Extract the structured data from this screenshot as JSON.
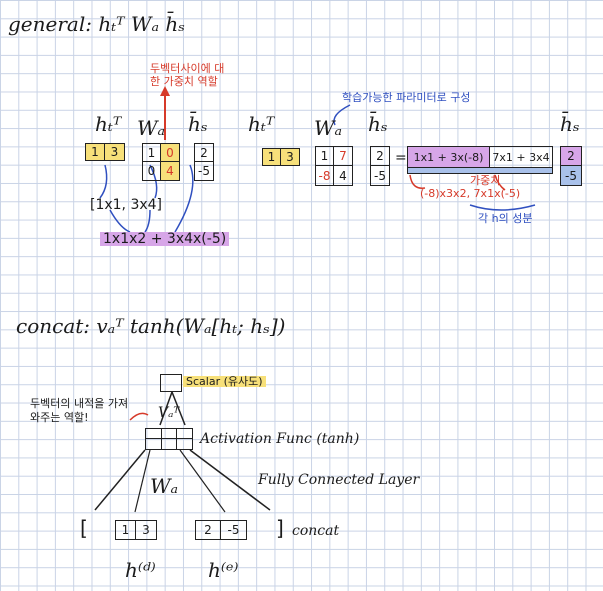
{
  "general": {
    "formula": "general: hₜᵀ Wₐ h̄ₛ",
    "ht_label": "hₜᵀ",
    "wa_label": "Wₐ",
    "hs_label": "h̄ₛ",
    "ht_vec": [
      "1",
      "3"
    ],
    "wa_mat": [
      "1",
      "0",
      "0",
      "4"
    ],
    "hs_vec": [
      "2",
      "-5"
    ],
    "note_top": "두벡터사이에 대한 가중치 역할",
    "partial": "[1x1, 3x4]",
    "result": "1x1x2 + 3x4x(-5)"
  },
  "example": {
    "note": "학습가능한 파라미터로 구성",
    "ht_label": "hₜᵀ",
    "wa_label": "Wₐ",
    "hs_label": "h̄ₛ",
    "hs2_label": "h̄ₛ",
    "ht_vec": [
      "1",
      "3"
    ],
    "wa_mat": [
      "1",
      "7",
      "-8",
      "4"
    ],
    "hs_vec": [
      "2",
      "-5"
    ],
    "hs_vec2": [
      "2",
      "-5"
    ],
    "equals": "=",
    "row_a": "1x1 + 3x(-8)",
    "row_b": "7x1 + 3x4",
    "weight_note": "가중치",
    "weight_expr": "(-8)x3x2, 7x1x(-5)",
    "component_note": "각 h의 성분"
  },
  "concat": {
    "formula": "concat: vₐᵀ tanh(Wₐ[hₜ; hₛ])",
    "scalar": "Scalar (유사도)",
    "va_label": "Vₐᵀ",
    "left_note": "두벡터의 내적을 가져와주는 역할!",
    "activation": "Activation Func (tanh)",
    "wa_label": "Wₐ",
    "fc_label": "Fully Connected Layer",
    "h1_vec": [
      "1",
      "3"
    ],
    "h2_vec": [
      "2",
      "-5"
    ],
    "concat_word": "concat",
    "h1_label": "h⁽ᵈ⁾",
    "h2_label": "h⁽ᵉ⁾",
    "open_bracket": "[",
    "close_bracket": "]"
  }
}
